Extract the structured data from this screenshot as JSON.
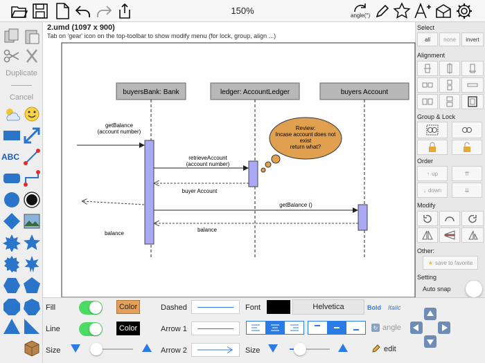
{
  "toolbar": {
    "zoom": "150%",
    "angle_label": "angle(°)",
    "icons": [
      "open-icon",
      "save-icon",
      "new-doc-icon",
      "undo-icon",
      "redo-icon",
      "share-icon",
      "rotate-angle-icon",
      "pencil-icon",
      "star-icon",
      "text-size-icon",
      "shapes-icon",
      "gear-icon"
    ]
  },
  "leftpanel": {
    "duplicate_label": "Duplicate",
    "cancel_label": "Cancel",
    "abc_label": "ABC"
  },
  "document": {
    "title": "2.umd (1097 x 900)",
    "hint": "Tab on 'gear' icon on the top-toolbar to show modify menu (for lock, group, align ...)"
  },
  "diagram": {
    "lifelines": [
      {
        "name": "buyersBank: Bank"
      },
      {
        "name": "ledger: AccountLedger"
      },
      {
        "name": "buyers Account"
      }
    ],
    "messages": {
      "get_balance_1": "getBalance",
      "get_balance_2": "(account number)",
      "retrieve_1": "retrieveAccount",
      "retrieve_2": "(account number)",
      "buyer_account": "buyer Account",
      "get_balance_call": "getBalance ()",
      "balance_reply": "balance",
      "balance_return": "balance"
    },
    "note": {
      "line1": "Review:",
      "line2": "Incase account does not",
      "line3": "exist",
      "line4": "return what?"
    },
    "colors": {
      "note_fill": "#e0a050",
      "header_fill": "#b8b8b8",
      "activation_fill": "#a9a9f5"
    }
  },
  "rightpanel": {
    "select_head": "Select",
    "select_all": "all",
    "select_none": "none",
    "select_invert": "invert",
    "alignment_head": "Alignment",
    "group_head": "Group & Lock",
    "order_head": "Order",
    "order_up": "up",
    "order_down": "down",
    "modify_head": "Modify",
    "other_head": "Other:",
    "save_favorite": "save to favorite",
    "setting_head": "Setting",
    "auto_snap": "Auto snap"
  },
  "bottompanel": {
    "fill_label": "Fill",
    "line_label": "Line",
    "size_label": "Size",
    "color_btn_fill": "Color",
    "color_btn_line": "Color",
    "dashed_label": "Dashed",
    "arrow1_label": "Arrow 1",
    "arrow2_label": "Arrow 2",
    "font_label": "Font",
    "font_name": "Helvetica",
    "bold_label": "Bold",
    "italic_label": "Italic",
    "angle_label": "angle",
    "size2_label": "Size",
    "edit_label": "edit",
    "fill_color": "#e3a05a",
    "line_color": "#000000",
    "font_color": "#000000",
    "accent": "#2b7be4",
    "toggle_on": "#4cd964"
  }
}
